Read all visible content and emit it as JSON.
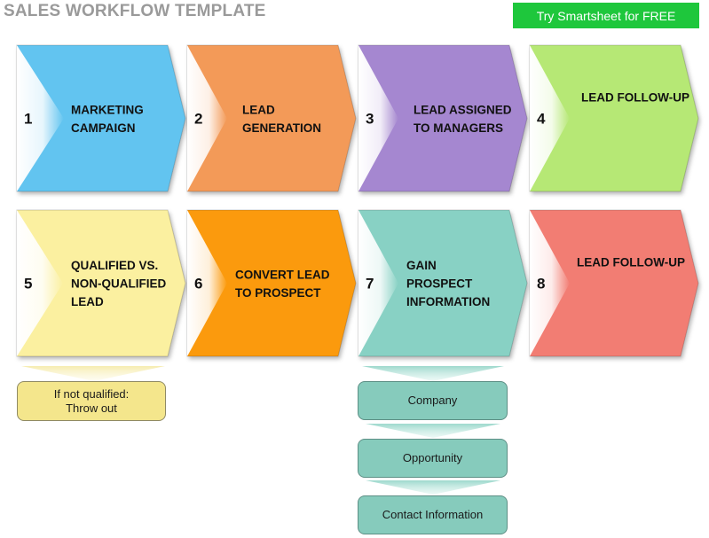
{
  "header": {
    "title": "SALES WORKFLOW TEMPLATE",
    "cta_label": "Try Smartsheet for FREE"
  },
  "colors": {
    "step1": "#62c4f0",
    "step2": "#f39a58",
    "step3": "#a587d0",
    "step4": "#b6e874",
    "step5": "#fbf0a0",
    "step6": "#fb9a10",
    "step7": "#88d1c4",
    "step8": "#f27d73",
    "cta": "#1ec73c",
    "title": "#9a9a9a"
  },
  "steps": [
    {
      "number": "1",
      "lines": [
        "MARKETING",
        "CAMPAIGN"
      ]
    },
    {
      "number": "2",
      "lines": [
        "LEAD",
        "GENERATION"
      ]
    },
    {
      "number": "3",
      "lines": [
        "LEAD ASSIGNED",
        "TO MANAGERS"
      ]
    },
    {
      "number": "4",
      "lines": [
        "LEAD FOLLOW-UP"
      ]
    },
    {
      "number": "5",
      "lines": [
        "QUALIFIED VS.",
        "NON-QUALIFIED",
        "LEAD"
      ]
    },
    {
      "number": "6",
      "lines": [
        "CONVERT LEAD",
        "TO PROSPECT"
      ]
    },
    {
      "number": "7",
      "lines": [
        "GAIN",
        "PROSPECT",
        "INFORMATION"
      ]
    },
    {
      "number": "8",
      "lines": [
        "LEAD FOLLOW-UP"
      ]
    }
  ],
  "note": {
    "lines": [
      "If not qualified:",
      "Throw out"
    ]
  },
  "details": [
    "Company",
    "Opportunity",
    "Contact Information"
  ]
}
